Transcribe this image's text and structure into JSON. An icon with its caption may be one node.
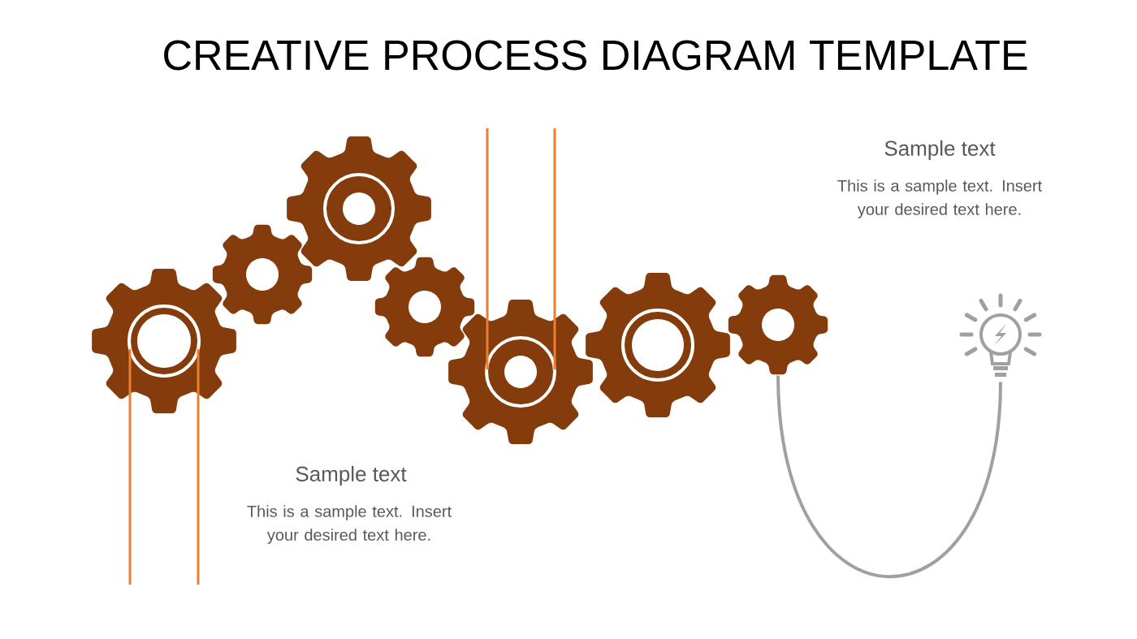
{
  "diagram": {
    "title": "CREATIVE PROCESS DIAGRAM TEMPLATE",
    "nodes": [
      {
        "text": [],
        "shape": "gear"
      },
      {
        "text": [],
        "shape": "gear"
      },
      {
        "text": [],
        "shape": "gear"
      },
      {
        "text": [],
        "shape": "gear"
      },
      {
        "text": [],
        "shape": "gear"
      },
      {
        "text": [],
        "shape": "gear"
      },
      {
        "text": [],
        "shape": "gear"
      },
      {
        "text": [],
        "shape": "lightbulb"
      }
    ],
    "edges": [
      {
        "from": 6,
        "to": 7,
        "arrow": "none"
      }
    ],
    "labels": [
      "Sample text",
      "This is a sample text. Insert your desired text here.",
      "Sample text",
      "This is a sample text. Insert your desired text here."
    ]
  }
}
